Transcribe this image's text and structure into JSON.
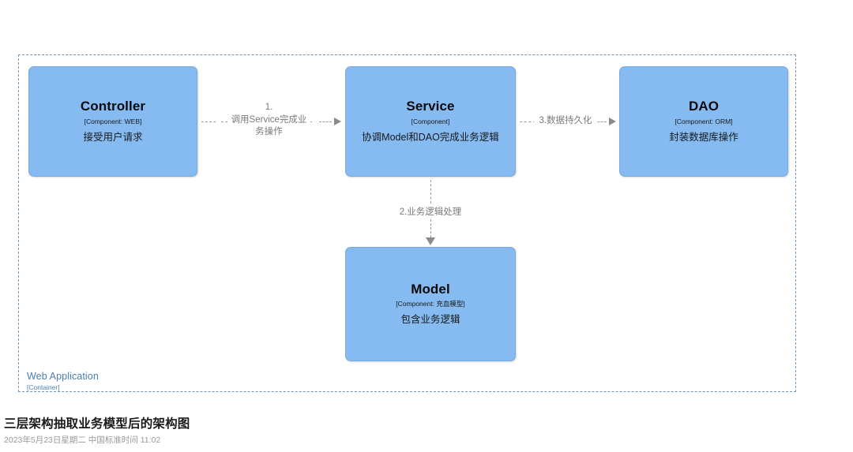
{
  "diagram": {
    "container": {
      "name": "Web Application",
      "type": "[Container]",
      "border_color": "#6f94b4",
      "label_color": "#4a7fae"
    },
    "node_fill": "#85bbf0",
    "node_border": "#78aadc",
    "relationship_color": "#9b9b9b",
    "nodes": [
      {
        "id": "controller",
        "title": "Controller",
        "tech": "[Component: WEB]",
        "description": "接受用户请求"
      },
      {
        "id": "service",
        "title": "Service",
        "tech": "[Component]",
        "description": "协调Model和DAO完成业务逻辑"
      },
      {
        "id": "dao",
        "title": "DAO",
        "tech": "[Component: ORM]",
        "description": "封装数据库操作"
      },
      {
        "id": "model",
        "title": "Model",
        "tech": "[Component: 充血模型]",
        "description": "包含业务逻辑"
      }
    ],
    "relationships": [
      {
        "id": "rel1",
        "from": "controller",
        "to": "service",
        "label": "1.\n调用Service完成业务操作"
      },
      {
        "id": "rel2",
        "from": "service",
        "to": "dao",
        "label": "3.数据持久化"
      },
      {
        "id": "rel3",
        "from": "service",
        "to": "model",
        "label": "2.业务逻辑处理"
      }
    ]
  },
  "footer": {
    "title": "三层架构抽取业务模型后的架构图",
    "timestamp": "2023年5月23日星期二 中国标准时间 11:02"
  }
}
